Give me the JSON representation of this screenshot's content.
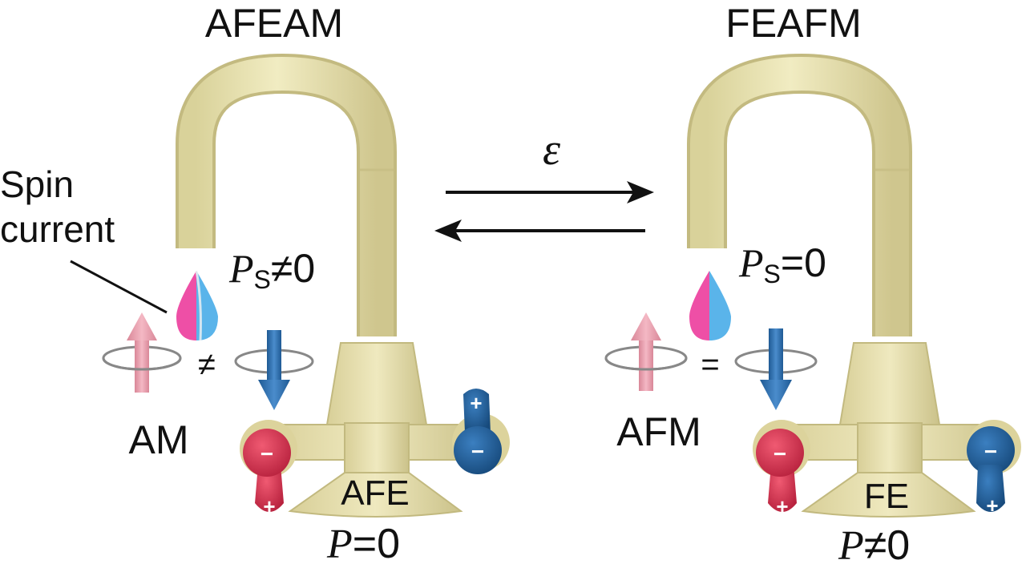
{
  "left": {
    "title": "AFEAM",
    "spin_current_line1": "Spin",
    "spin_current_line2": "current",
    "ps_label": "P",
    "ps_sub": "S",
    "ps_relation": "≠0",
    "spin_relation": "≠",
    "magnet_label": "AM",
    "base_label": "AFE",
    "p_label": "P",
    "p_relation": "=0"
  },
  "right": {
    "title": "FEAFM",
    "ps_label": "P",
    "ps_sub": "S",
    "ps_relation": "=0",
    "spin_relation": "=",
    "magnet_label": "AFM",
    "base_label": "FE",
    "p_label": "P",
    "p_relation": "≠0"
  },
  "field_symbol": "ε",
  "handle_signs": {
    "plus": "+",
    "minus": "−"
  },
  "colors": {
    "faucet": "#e9e3ae",
    "faucet_shade": "#c9c08a",
    "red_handle": "#d42f4c",
    "blue_handle": "#1f5e98",
    "up_arrow": "#e8a0b0",
    "down_arrow": "#2b6aa8",
    "drop_pink": "#ee4fa6",
    "drop_blue": "#5ab4ea"
  }
}
